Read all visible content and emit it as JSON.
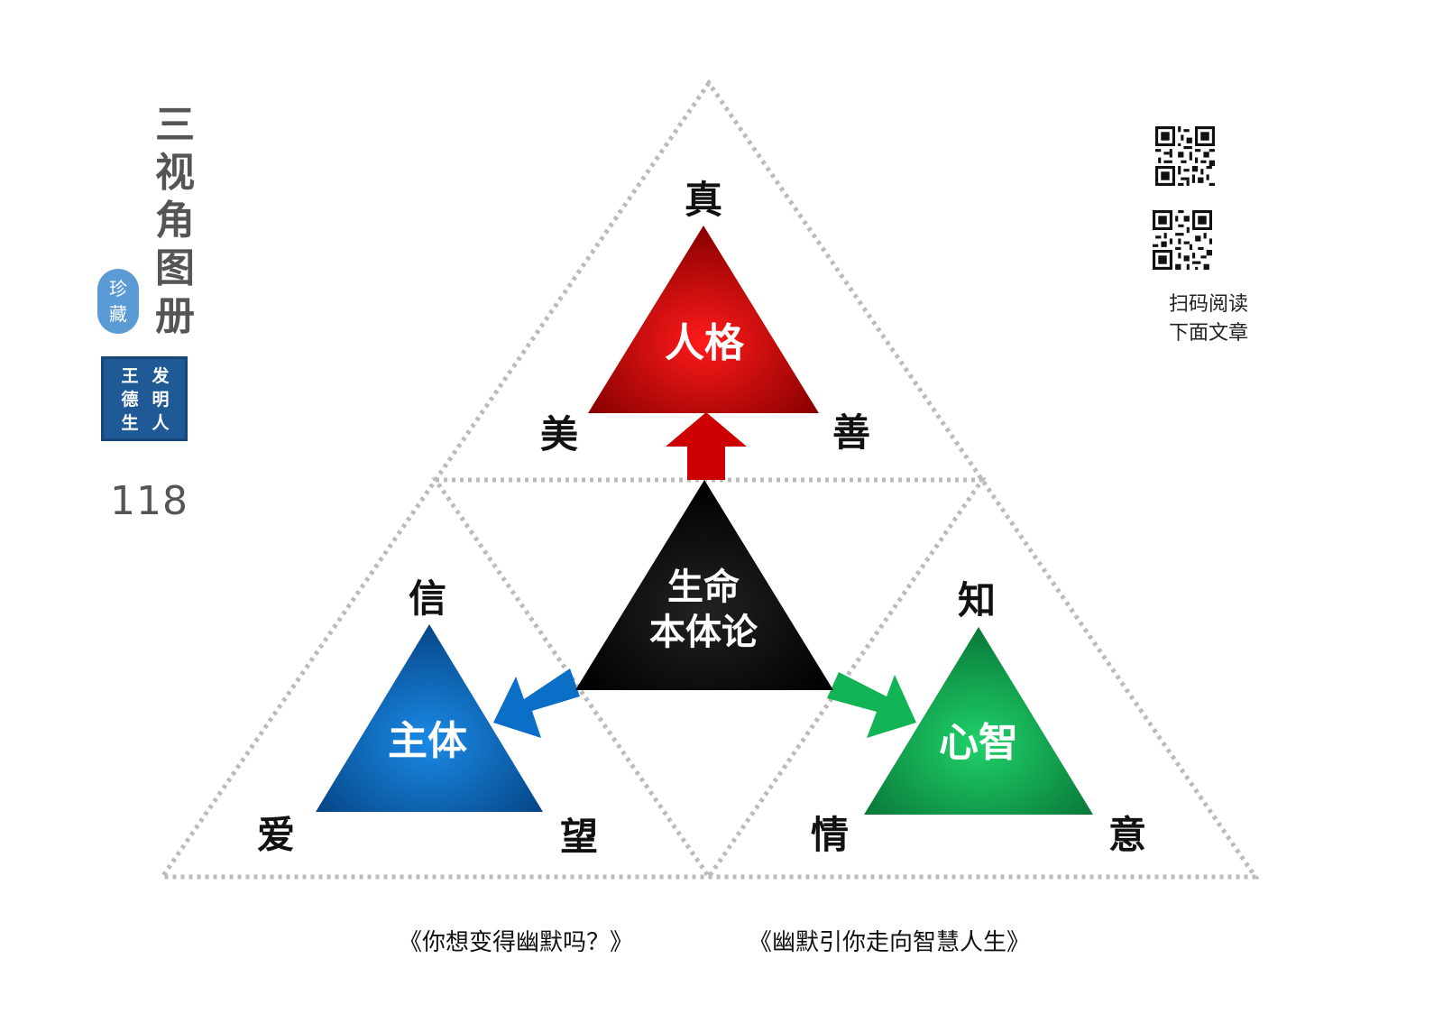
{
  "sidebar": {
    "title_chars": [
      "三",
      "视",
      "角",
      "图",
      "册"
    ],
    "seal_oval_chars": [
      "珍",
      "藏"
    ],
    "seal_square_col1": [
      "发",
      "明",
      "人"
    ],
    "seal_square_col2": [
      "王",
      "德",
      "生"
    ],
    "page_number": "118"
  },
  "qr": {
    "caption_line1": "扫码阅读",
    "caption_line2": "下面文章"
  },
  "diagram": {
    "center": {
      "line1": "生命",
      "line2": "本体论",
      "color": "#000000"
    },
    "top": {
      "label": "人格",
      "color": "#d40000",
      "corners": {
        "top": "真",
        "left": "美",
        "right": "善"
      }
    },
    "left": {
      "label": "主体",
      "color": "#0b6fc7",
      "corners": {
        "top": "信",
        "left": "爱",
        "right": "望"
      }
    },
    "right": {
      "label": "心智",
      "color": "#12b455",
      "corners": {
        "top": "知",
        "left": "情",
        "right": "意"
      }
    }
  },
  "captions": {
    "left": "《你想变得幽默吗？》",
    "right": "《幽默引你走向智慧人生》"
  }
}
